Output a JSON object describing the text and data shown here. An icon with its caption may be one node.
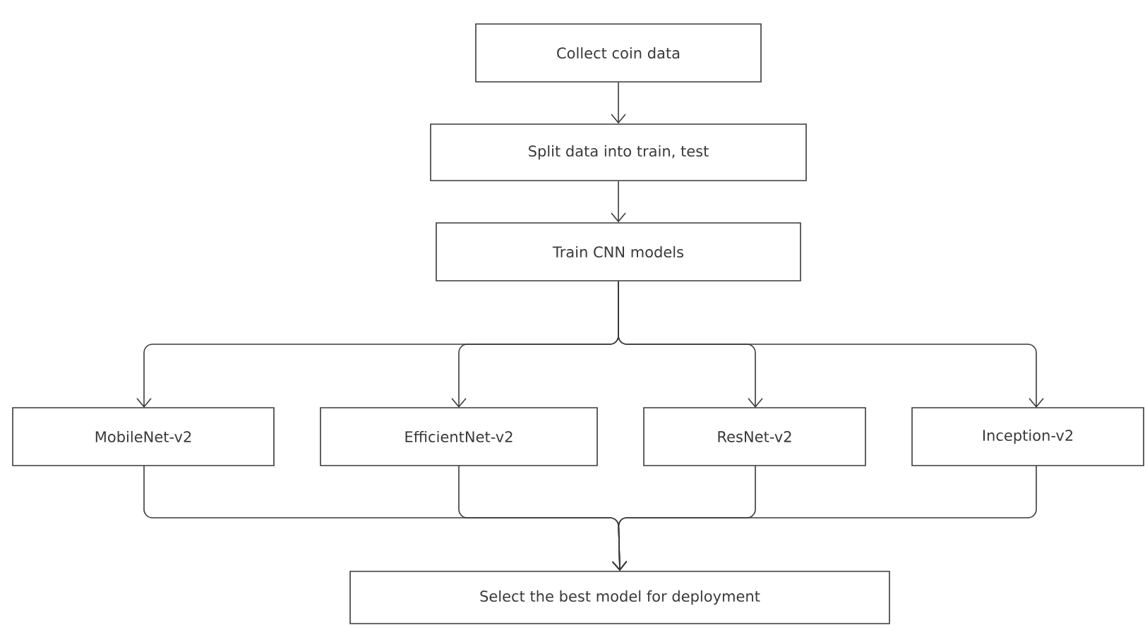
{
  "diagram": {
    "nodes": [
      {
        "text": [
          "Collect coin data"
        ]
      },
      {
        "text": [
          "Split data into train, test"
        ]
      },
      {
        "text": [
          "Train CNN models"
        ]
      },
      {
        "text": [
          "MobileNet-v2"
        ]
      },
      {
        "text": [
          "EfficientNet-v2"
        ]
      },
      {
        "text": [
          "ResNet-v2"
        ]
      },
      {
        "text": [
          "Inception-v2"
        ]
      },
      {
        "text": [
          "Select the best model for deployment"
        ]
      }
    ],
    "edges": [
      {
        "from": 0,
        "to": 1,
        "arrow": "to"
      },
      {
        "from": 1,
        "to": 2,
        "arrow": "to"
      },
      {
        "from": 2,
        "to": 3,
        "arrow": "to"
      },
      {
        "from": 2,
        "to": 4,
        "arrow": "to"
      },
      {
        "from": 2,
        "to": 5,
        "arrow": "to"
      },
      {
        "from": 2,
        "to": 6,
        "arrow": "to"
      },
      {
        "from": 3,
        "to": 7,
        "arrow": "to"
      },
      {
        "from": 4,
        "to": 7,
        "arrow": "to"
      },
      {
        "from": 5,
        "to": 7,
        "arrow": "to"
      },
      {
        "from": 6,
        "to": 7,
        "arrow": "to"
      }
    ]
  }
}
